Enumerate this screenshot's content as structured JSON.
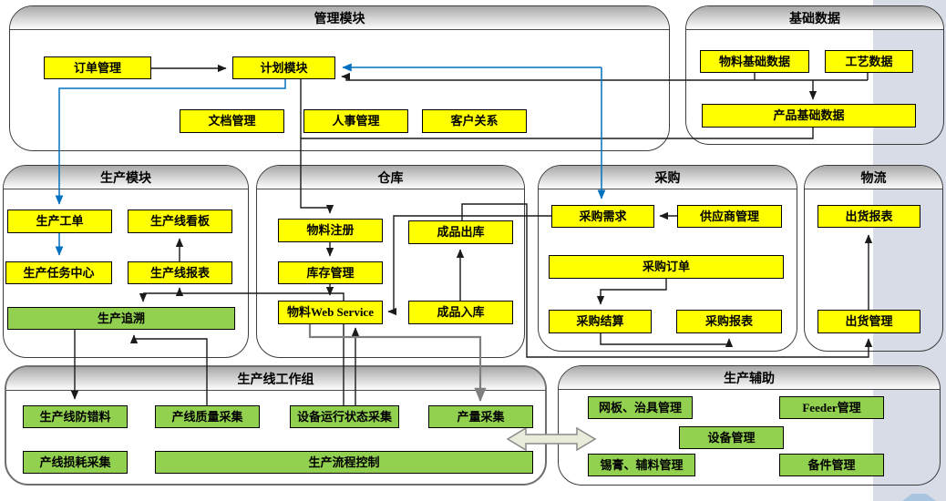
{
  "colors": {
    "module_fill": "#FFFF00",
    "function_fill": "#92D050",
    "link_blue": "#0070C0",
    "link_black": "#1a1a1a",
    "link_gray": "#7f7f7f",
    "side_strip": "#D7DCE6",
    "header_gradient_top": "#a9a9a9"
  },
  "icons": {
    "exchange_double_arrow": "left-right-block-arrow"
  },
  "groups": {
    "management": {
      "title": "管理模块",
      "boxes": {
        "order": "订单管理",
        "plan": "计划模块",
        "doc": "文档管理",
        "hr": "人事管理",
        "crm": "客户关系"
      }
    },
    "base_data": {
      "title": "基础数据",
      "boxes": {
        "material_base": "物料基础数据",
        "process": "工艺数据",
        "product_base": "产品基础数据"
      }
    },
    "production": {
      "title": "生产模块",
      "boxes": {
        "work_order": "生产工单",
        "line_board": "生产线看板",
        "task_center": "生产任务中心",
        "line_report": "生产线报表",
        "trace": "生产追溯"
      }
    },
    "warehouse": {
      "title": "仓库",
      "boxes": {
        "material_reg": "物料注册",
        "inventory": "库存管理",
        "material_ws": "物料Web Service",
        "fg_out": "成品出库",
        "fg_in": "成品入库"
      }
    },
    "purchase": {
      "title": "采购",
      "boxes": {
        "pur_req": "采购需求",
        "supplier": "供应商管理",
        "pur_order": "采购订单",
        "pur_settle": "采购结算",
        "pur_report": "采购报表"
      }
    },
    "logistics": {
      "title": "物流",
      "boxes": {
        "ship_report": "出货报表",
        "ship_mgmt": "出货管理"
      }
    },
    "workgroup": {
      "title": "生产线工作组",
      "boxes": {
        "anti_error": "生产线防错料",
        "quality": "产线质量采集",
        "equip_status": "设备运行状态采集",
        "output": "产量采集",
        "loss": "产线损耗采集",
        "flow_ctrl": "生产流程控制"
      }
    },
    "auxiliary": {
      "title": "生产辅助",
      "boxes": {
        "stencil": "网板、治具管理",
        "feeder": "Feeder管理",
        "equipment": "设备管理",
        "solder": "锡膏、辅料管理",
        "spare": "备件管理"
      }
    }
  }
}
